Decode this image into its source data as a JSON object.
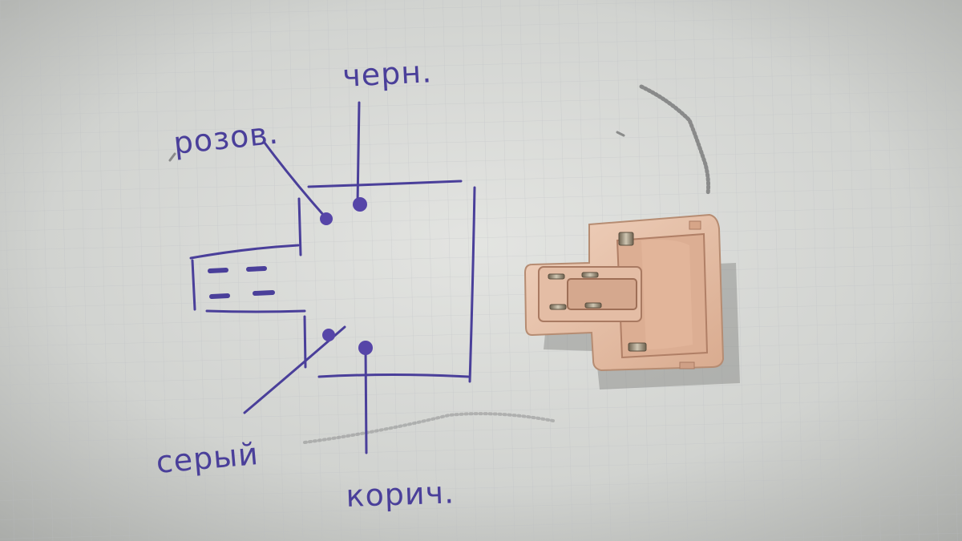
{
  "labels": {
    "pink": "розов.",
    "black": "черн.",
    "grey": "серый",
    "brown": "корич."
  },
  "colors": {
    "paper": "#d3d5d2",
    "ink": "#4a3f9a",
    "plastic": "#e8c6b0",
    "pin": "#8a7a5a"
  },
  "pins_on_connector": 4,
  "wires_labeled": 4
}
